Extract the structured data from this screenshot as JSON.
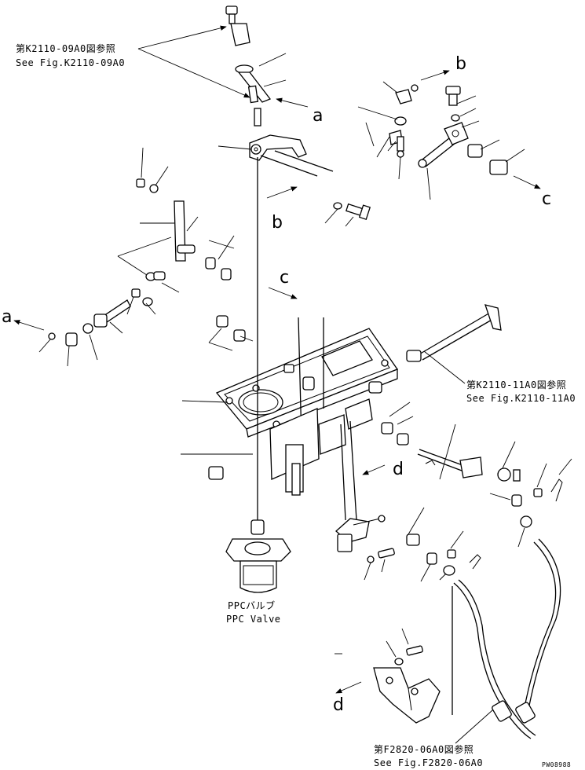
{
  "refs": {
    "k2110_09a0": {
      "jp": "第K2110-09A0図参照",
      "en": "See Fig.K2110-09A0"
    },
    "k2110_11a0": {
      "jp": "第K2110-11A0図参照",
      "en": "See Fig.K2110-11A0"
    },
    "f2820_06a0": {
      "jp": "第F2820-06A0図参照",
      "en": "See Fig.F2820-06A0"
    }
  },
  "ppc_valve": {
    "jp": "PPCバルブ",
    "en": "PPC Valve"
  },
  "letters": {
    "a": "a",
    "b": "b",
    "c": "c",
    "d": "d"
  },
  "drawing_code": "PW08988"
}
